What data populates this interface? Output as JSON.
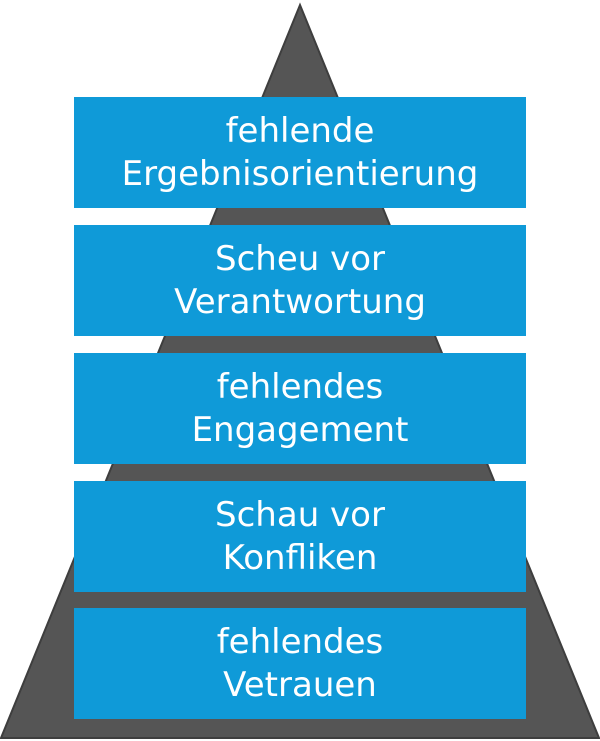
{
  "colors": {
    "pyramid": "#555555",
    "tier_fill": "#0f9ad8",
    "tier_text": "#ffffff"
  },
  "tiers": [
    {
      "line1": "fehlende",
      "line2": "Ergebnisorientierung"
    },
    {
      "line1": "Scheu vor",
      "line2": "Verantwortung"
    },
    {
      "line1": "fehlendes",
      "line2": "Engagement"
    },
    {
      "line1": "Schau vor",
      "line2": "Konfliken"
    },
    {
      "line1": "fehlendes",
      "line2": "Vetrauen"
    }
  ]
}
